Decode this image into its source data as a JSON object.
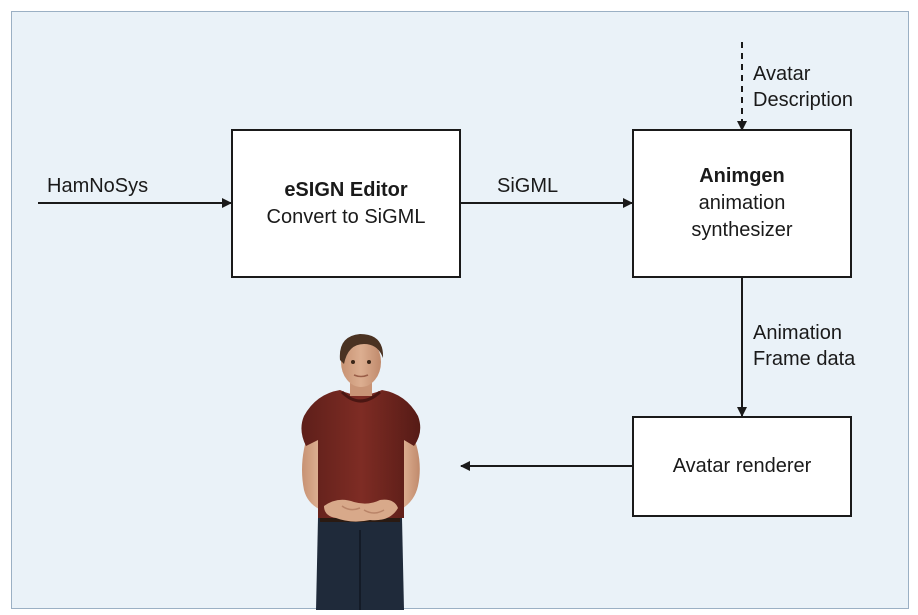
{
  "diagram": {
    "nodes": {
      "editor": {
        "title": "eSIGN Editor",
        "subtitle": "Convert to SiGML"
      },
      "animgen": {
        "title": "Animgen",
        "line1": "animation",
        "line2": "synthesizer"
      },
      "renderer": {
        "title": "Avatar renderer"
      }
    },
    "edge_labels": {
      "input": "HamNoSys",
      "sigml": "SiGML",
      "avatar_desc_line1": "Avatar",
      "avatar_desc_line2": "Description",
      "frame_line1": "Animation",
      "frame_line2": "Frame data"
    },
    "edges": [
      {
        "from": "input",
        "to": "editor",
        "label": "HamNoSys",
        "style": "solid"
      },
      {
        "from": "editor",
        "to": "animgen",
        "label": "SiGML",
        "style": "solid"
      },
      {
        "from": "avatar_description",
        "to": "animgen",
        "label": "Avatar Description",
        "style": "dashed"
      },
      {
        "from": "animgen",
        "to": "renderer",
        "label": "Animation Frame data",
        "style": "solid"
      },
      {
        "from": "renderer",
        "to": "avatar",
        "label": "",
        "style": "solid"
      }
    ],
    "colors": {
      "panel_background": "#eaf2f8",
      "panel_border": "#9bb0c4",
      "box_border": "#1a1a1a",
      "avatar_shirt": "#7a2a22",
      "avatar_jeans": "#1f2a3a",
      "avatar_skin": "#d8a98a",
      "avatar_hair": "#4a3222"
    },
    "avatar": {
      "icon": "signing-avatar-figure"
    }
  }
}
